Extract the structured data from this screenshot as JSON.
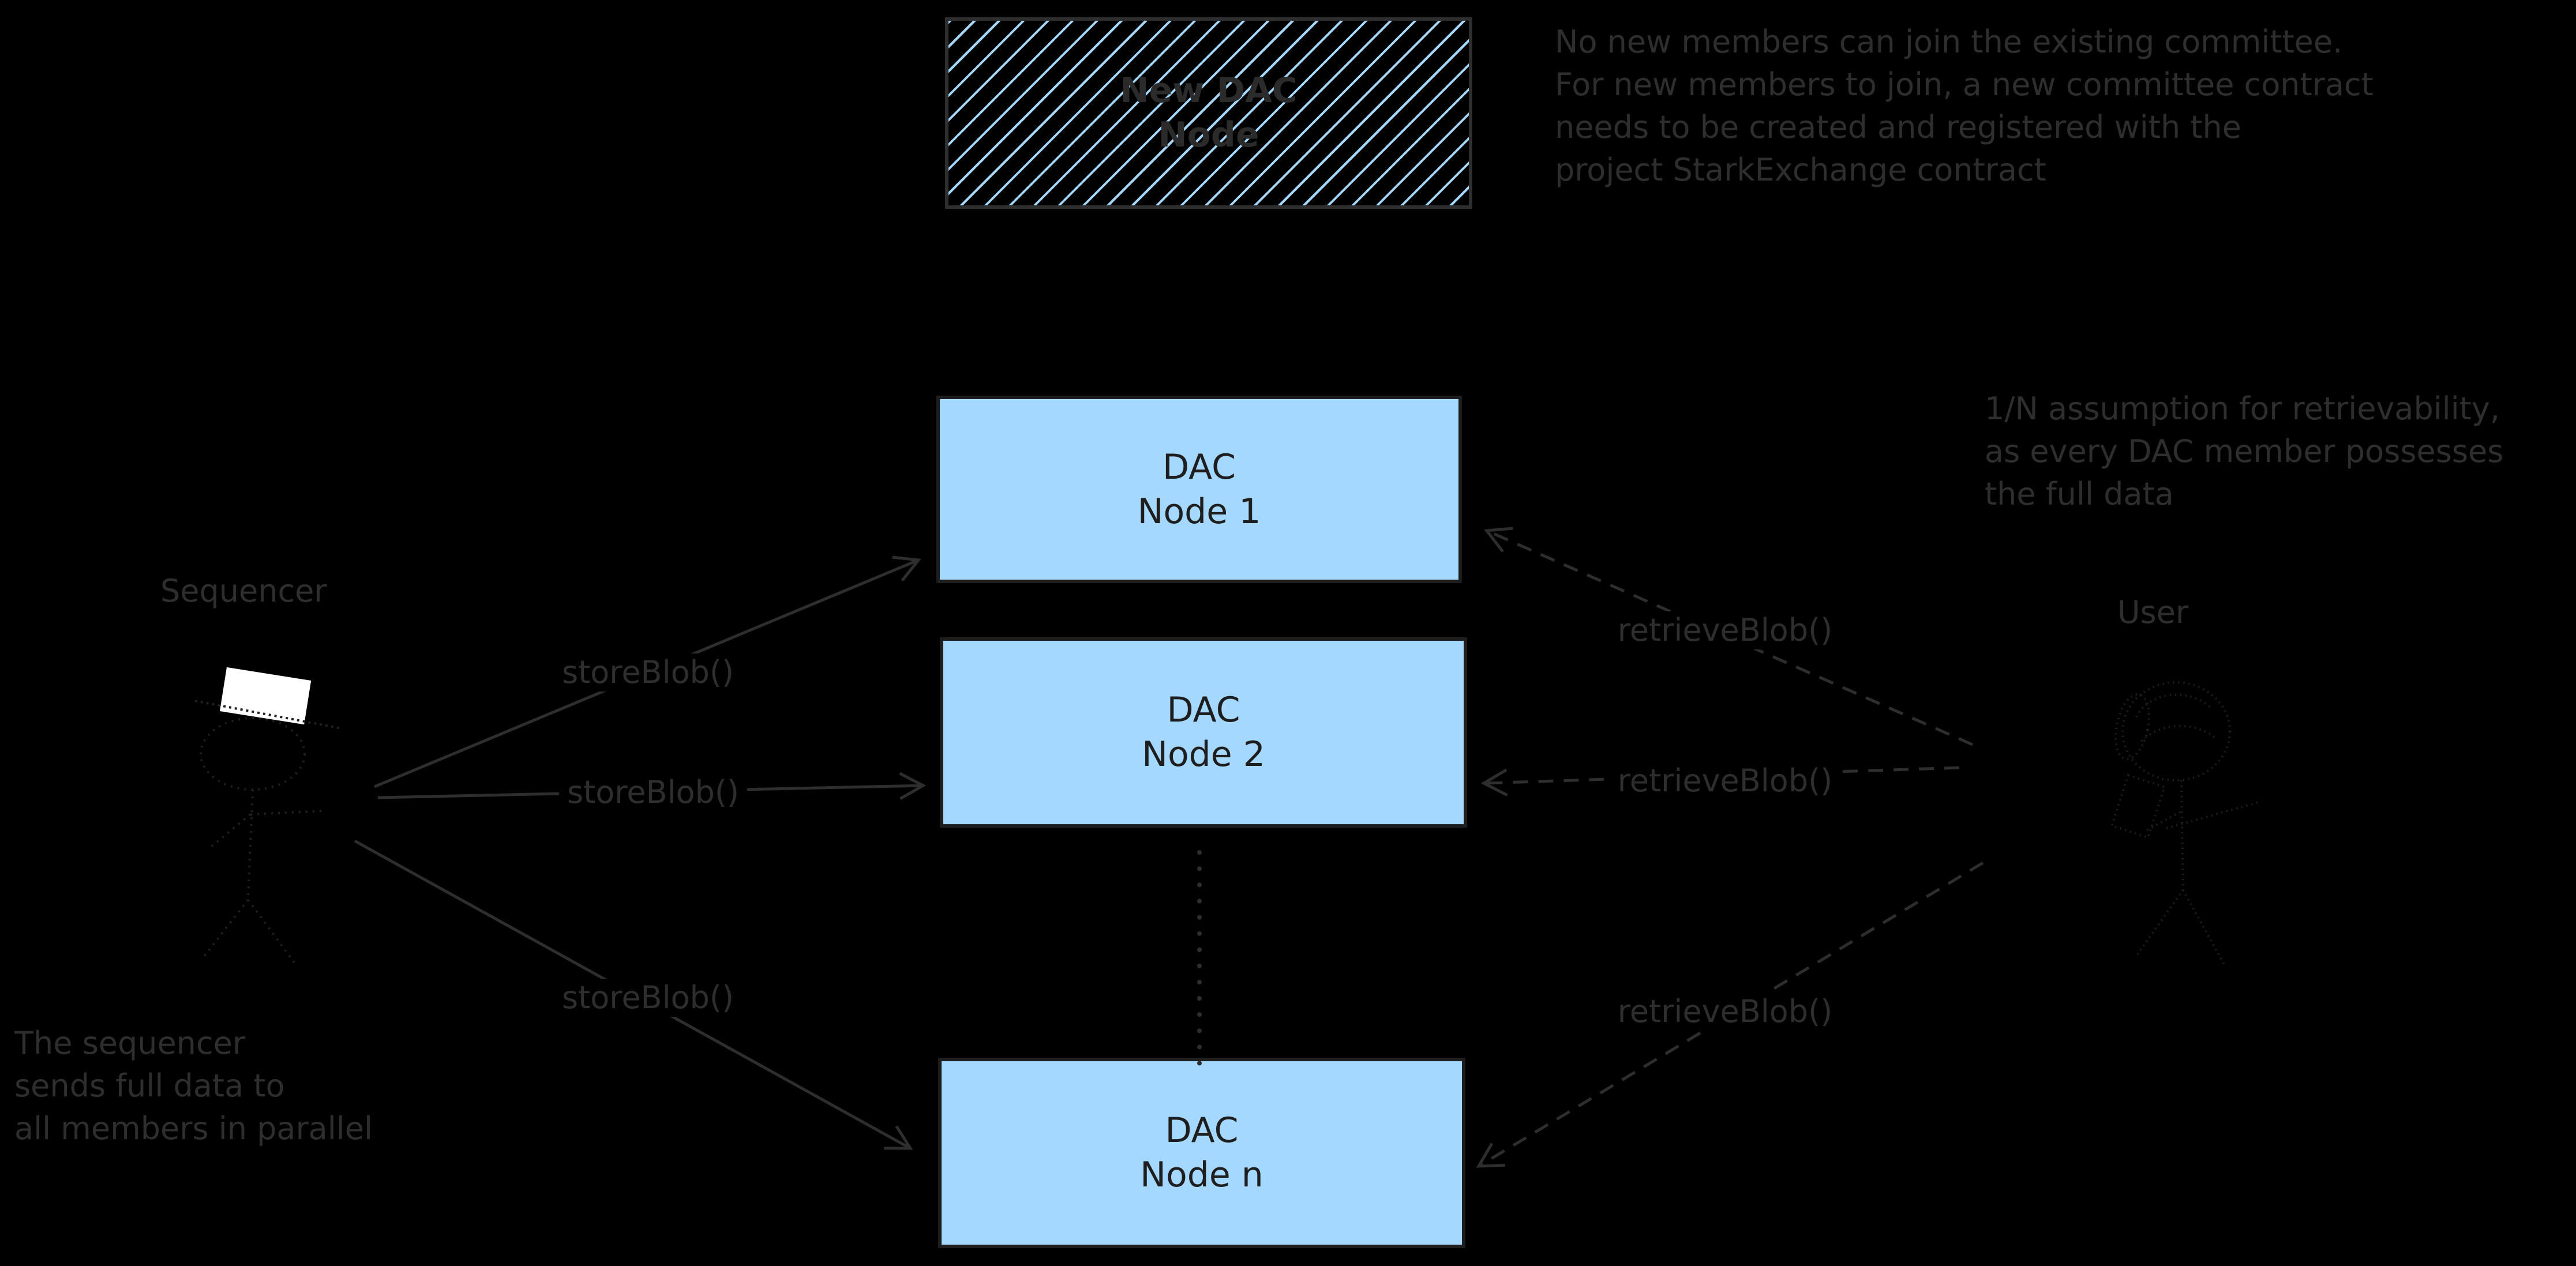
{
  "title": "DAC data availability committee diagram",
  "colors": {
    "background": "#000000",
    "node_fill": "#a5d8ff",
    "node_border": "#1e1e1e",
    "node_text": "#1e1e1e",
    "annotation_text": "#2e2e2e",
    "figure_stroke": "#202020",
    "hatch_line": "#a5d8ff",
    "hat_fill": "#ffffff"
  },
  "new_dac_box": {
    "line1": "New DAC",
    "line2": "Node"
  },
  "nodes": [
    {
      "line1": "DAC",
      "line2": "Node 1"
    },
    {
      "line1": "DAC",
      "line2": "Node 2"
    },
    {
      "line1": "DAC",
      "line2": "Node n"
    }
  ],
  "actors": {
    "sequencer": "Sequencer",
    "user": "User"
  },
  "edges": {
    "store_label": "storeBlob()",
    "retrieve_label": "retrieveBlob()"
  },
  "annotations": {
    "committee_note": [
      "No new members can join the existing committee.",
      "For new members to join, a new committee contract",
      "needs to be created and registered with the",
      "project StarkExchange contract"
    ],
    "retrievability_note": [
      "1/N assumption for retrievability,",
      "as every DAC member possesses",
      "the full data"
    ],
    "sequencer_note": [
      "The sequencer",
      "sends full data to",
      "all members in parallel"
    ]
  }
}
